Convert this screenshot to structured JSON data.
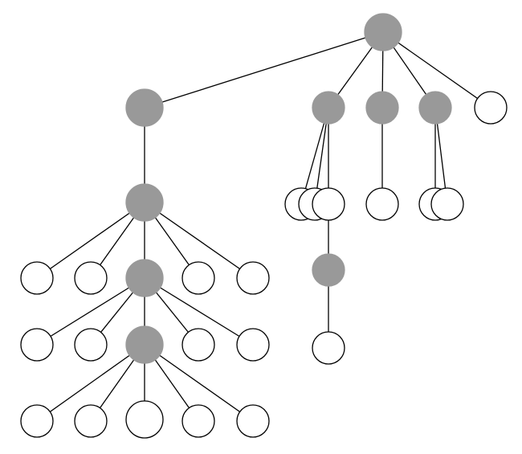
{
  "diagram": {
    "type": "tree",
    "colors": {
      "filled": "#999999",
      "empty": "#ffffff",
      "stroke": "#000000",
      "filled_stroke": "#999999"
    },
    "nodes": [
      {
        "id": "root",
        "filled": true
      },
      {
        "id": "a",
        "filled": true
      },
      {
        "id": "b",
        "filled": true
      },
      {
        "id": "c",
        "filled": true
      },
      {
        "id": "d",
        "filled": true
      },
      {
        "id": "e",
        "filled": false
      },
      {
        "id": "a1",
        "filled": true
      },
      {
        "id": "a1-l1",
        "filled": false
      },
      {
        "id": "a1-l2",
        "filled": false
      },
      {
        "id": "a2",
        "filled": true
      },
      {
        "id": "a1-r1",
        "filled": false
      },
      {
        "id": "a1-r2",
        "filled": false
      },
      {
        "id": "a2-l1",
        "filled": false
      },
      {
        "id": "a2-l2",
        "filled": false
      },
      {
        "id": "a3",
        "filled": true
      },
      {
        "id": "a2-r1",
        "filled": false
      },
      {
        "id": "a2-r2",
        "filled": false
      },
      {
        "id": "a3-c1",
        "filled": false
      },
      {
        "id": "a3-c2",
        "filled": false
      },
      {
        "id": "a3-c3",
        "filled": false
      },
      {
        "id": "a3-c4",
        "filled": false
      },
      {
        "id": "a3-c5",
        "filled": false
      },
      {
        "id": "b1",
        "filled": false
      },
      {
        "id": "b2",
        "filled": false
      },
      {
        "id": "b3",
        "filled": false
      },
      {
        "id": "b3-c",
        "filled": true
      },
      {
        "id": "b3-cc",
        "filled": false
      },
      {
        "id": "c1",
        "filled": false
      },
      {
        "id": "d1",
        "filled": false
      },
      {
        "id": "d2",
        "filled": false
      }
    ],
    "edges": [
      [
        "root",
        "a"
      ],
      [
        "root",
        "b"
      ],
      [
        "root",
        "c"
      ],
      [
        "root",
        "d"
      ],
      [
        "root",
        "e"
      ],
      [
        "a",
        "a1"
      ],
      [
        "a1",
        "a1-l1"
      ],
      [
        "a1",
        "a1-l2"
      ],
      [
        "a1",
        "a2"
      ],
      [
        "a1",
        "a1-r1"
      ],
      [
        "a1",
        "a1-r2"
      ],
      [
        "a2",
        "a2-l1"
      ],
      [
        "a2",
        "a2-l2"
      ],
      [
        "a2",
        "a3"
      ],
      [
        "a2",
        "a2-r1"
      ],
      [
        "a2",
        "a2-r2"
      ],
      [
        "a3",
        "a3-c1"
      ],
      [
        "a3",
        "a3-c2"
      ],
      [
        "a3",
        "a3-c3"
      ],
      [
        "a3",
        "a3-c4"
      ],
      [
        "a3",
        "a3-c5"
      ],
      [
        "b",
        "b1"
      ],
      [
        "b",
        "b2"
      ],
      [
        "b",
        "b3"
      ],
      [
        "b3",
        "b3-c"
      ],
      [
        "b3-c",
        "b3-cc"
      ],
      [
        "c",
        "c1"
      ],
      [
        "d",
        "d1"
      ],
      [
        "d",
        "d2"
      ]
    ]
  }
}
